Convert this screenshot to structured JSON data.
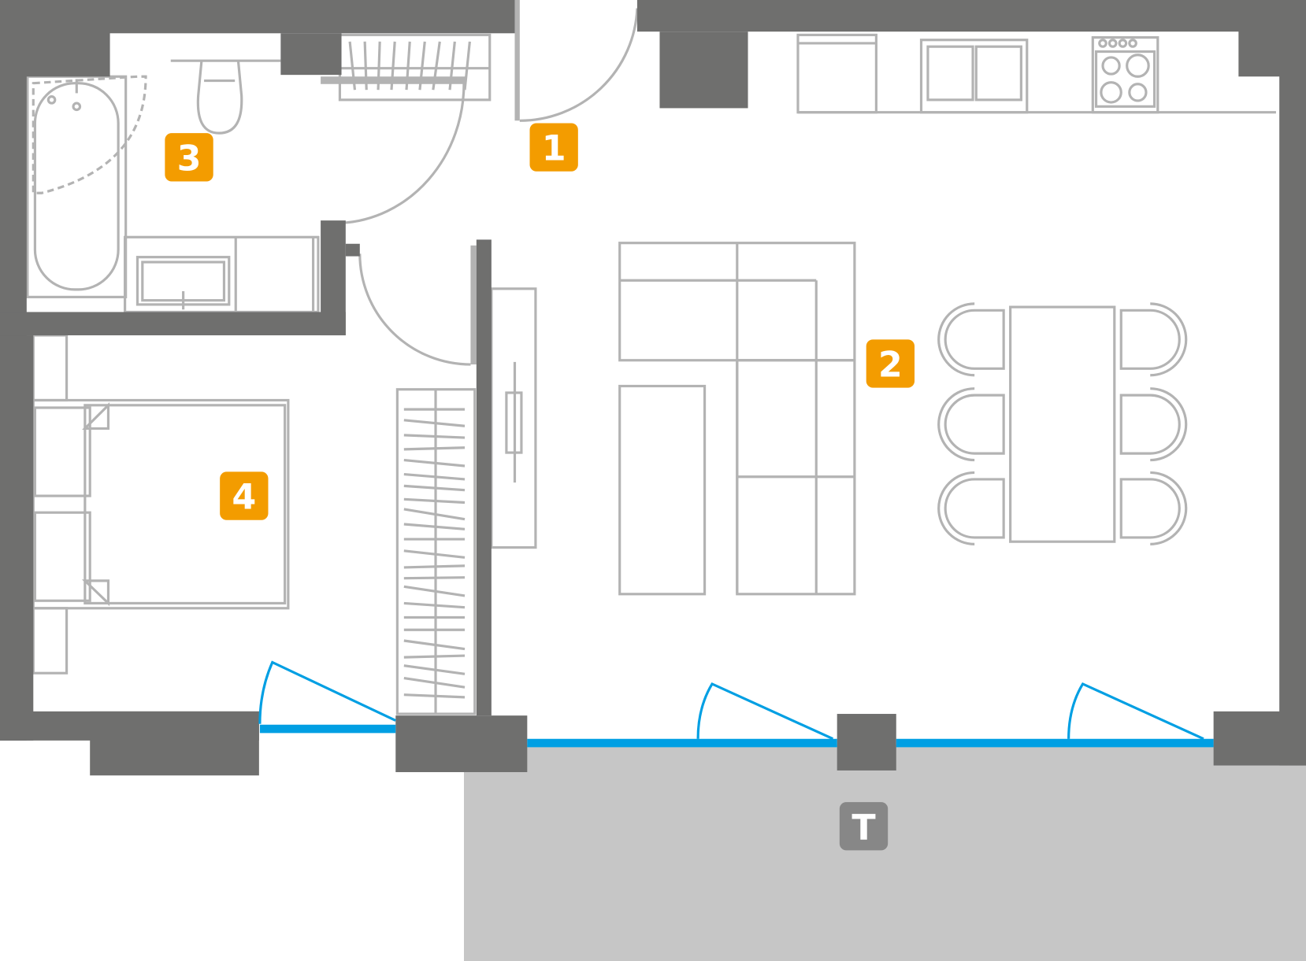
{
  "colors": {
    "wall": "#6f6f6e",
    "furniture": "#b3b3b3",
    "room_badge": "#f39c00",
    "terrace_badge": "#878787",
    "window": "#009fe3",
    "terrace": "#c6c6c6"
  },
  "rooms": [
    {
      "id": "hall",
      "label": "1"
    },
    {
      "id": "living-kitchen",
      "label": "2"
    },
    {
      "id": "bathroom",
      "label": "3"
    },
    {
      "id": "bedroom",
      "label": "4"
    },
    {
      "id": "terrace",
      "label": "T"
    }
  ]
}
